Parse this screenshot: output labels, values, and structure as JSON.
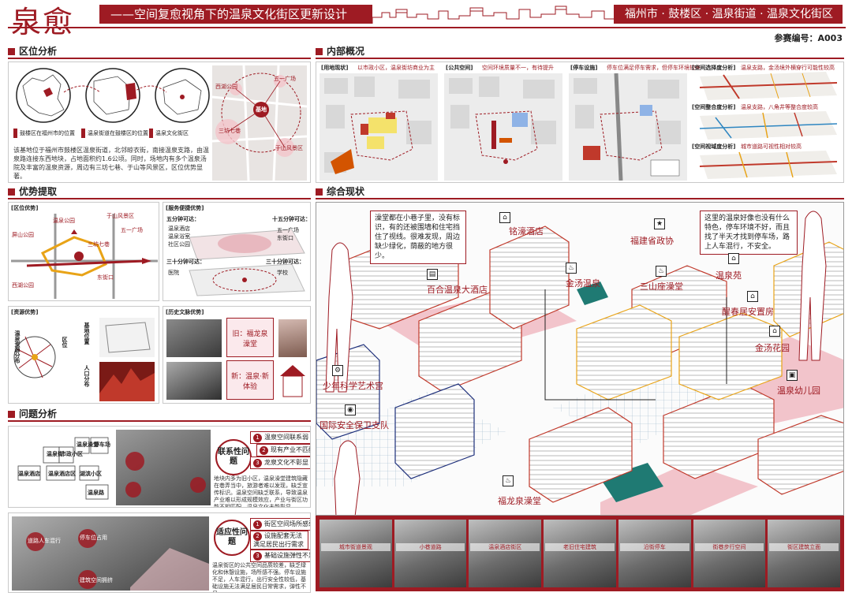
{
  "header": {
    "logo": "泉愈",
    "title": "——空间复愈视角下的温泉文化街区更新设计",
    "location": "福州市 · 鼓楼区 · 温泉街道 · 温泉文化街区",
    "entry_code": "参赛编号：A003"
  },
  "sections": {
    "location": "区位分析",
    "interior": "内部概况",
    "advantage": "优势提取",
    "status": "综合现状",
    "problem": "问题分析"
  },
  "location": {
    "captions": [
      "鼓楼区在福州市的位置",
      "温泉街道在鼓楼区的位置",
      "温泉文化街区"
    ],
    "center_label": "基地",
    "map_labels": [
      "三坊七巷",
      "于山风景区",
      "西湖公园",
      "五一广场"
    ],
    "description": "该基地位于福州市鼓楼区温泉街道，北邻晾衣街，南接温泉支路，由温泉路连接东西地块，占地面积约1.6公顷。同时，场地内有多个温泉汤院及丰富的温泉资源，周边有三坊七巷、于山等风景区，区位优势显著。"
  },
  "interior": {
    "panels": [
      {
        "title": "[用地现状]",
        "note": "以市政小区，温泉街坊商业为主"
      },
      {
        "title": "[公共空间]",
        "note": "空间环境质量不一，有待提升"
      },
      {
        "title": "[停车设施]",
        "note": "停车位满足停车需求，但停车环境较差"
      }
    ],
    "right_rows": [
      {
        "title": "[空间选择度分析]",
        "note": "温泉支路，金汤境外横穿行可能性较高"
      },
      {
        "title": "[空间整合度分析]",
        "note": "温泉支路，八角井等整合度较高"
      },
      {
        "title": "[空间视域度分析]",
        "note": "城市道路可视性相对较高"
      }
    ]
  },
  "advantage": {
    "district": {
      "title": "[区位优势]",
      "labels": [
        "温泉公园",
        "三坊七巷",
        "东街口",
        "五一广场",
        "于山风景区",
        "屏山公园",
        "西湖公园"
      ]
    },
    "convenience": {
      "title": "[服务便捷优势]",
      "rings": [
        "五分钟可达：",
        "十五分钟可达：",
        "三十分钟可达：",
        "三十分钟可达："
      ],
      "items": [
        "温泉酒店",
        "温泉浴室",
        "社区公园",
        "五一广场",
        "东街口",
        "医院",
        "学校"
      ]
    },
    "resource": {
      "title": "[资源优势]",
      "labels": [
        "温泉资源分布",
        "区位",
        "基地位置",
        "人口分布"
      ]
    },
    "history": {
      "title": "[历史文脉优势]",
      "old": "旧：福龙泉澡堂",
      "new": "新：温泉·新体验"
    }
  },
  "status": {
    "callout_left": "澡堂都在小巷子里，没有标识，有的还被围墙和住宅挡住了视线。很难发现，周边缺少绿化，荫蔽的地方很少。",
    "callout_right": "这里的温泉好像也没有什么特色，停车环境不好，而且找了半天才找到停车场，路上人车混行，不安全。",
    "labels": [
      "铭濠酒店",
      "福建省政协",
      "百合温泉大酒店",
      "金汤温泉",
      "三山座澡堂",
      "温泉苑",
      "醒春居安置房",
      "金汤花园",
      "少年科学艺术宫",
      "温泉幼儿园",
      "国际安全保卫支队",
      "福龙泉澡堂"
    ],
    "photos": [
      "城市街道景观",
      "小巷道路",
      "温泉酒店街区",
      "老旧住宅建筑",
      "沿街停车",
      "街巷步行空间",
      "街区建筑立面"
    ]
  },
  "problem": {
    "blocks": [
      "温泉酒店",
      "停车场",
      "温泉街",
      "市政小区",
      "温泉澡堂",
      "温泉酒店区",
      "湖滨小区",
      "温泉路"
    ],
    "q1": {
      "heading": "联系性问题",
      "items": [
        "温泉空间联系弱",
        "现有产业不匹配",
        "龙泉文化不彰显"
      ],
      "desc": "地块内多为旧小区，温泉澡堂建筑隐藏在巷弄当中，旅游者难以发现，缺乏宣传标识。温泉空间缺乏联系，导致温泉产业难以形成规模效应，产业与街区功能不相匹配，温泉文化未能彰显。"
    },
    "q2": {
      "heading": "适应性问题",
      "items": [
        "街区空间场所感弱",
        "设施配套无法满足居民出行需求",
        "基础设施弹性不足"
      ],
      "desc": "温泉街区的公共空间品质较差，缺乏绿化和休憩设施，场所感不强。停车设施不足，人车混行，出行安全性较低，基础设施无法满足居民日常需求，弹性不足。",
      "photo_tags": [
        "道路人车混行",
        "停车位占用",
        "建筑空间拥挤"
      ]
    }
  },
  "colors": {
    "brand": "#9e1b23",
    "pink": "#f2c4cb",
    "gold": "#e8a317",
    "teal": "#1f7a73",
    "navy": "#1c2e7a"
  }
}
